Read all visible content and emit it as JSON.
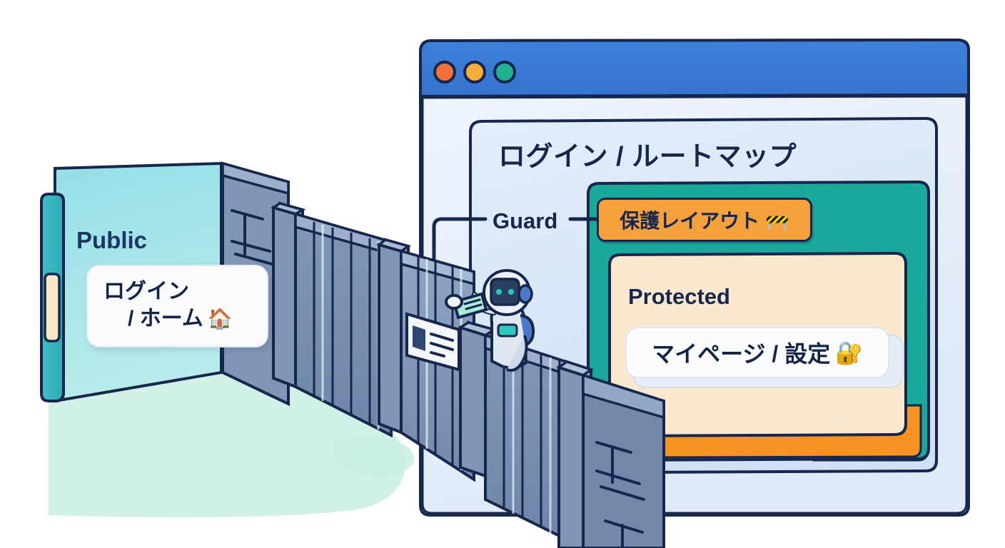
{
  "scene": {
    "type": "isometric-illustration",
    "subject": "auth-route-guard-diagram",
    "background_color": "#ffffff"
  },
  "browser_window": {
    "titlebar": {
      "color": "#3b7dd8",
      "dots": [
        {
          "name": "close-dot",
          "color": "#f3703a"
        },
        {
          "name": "minimize-dot",
          "color": "#f5ad3c"
        },
        {
          "name": "maximize-dot",
          "color": "#23b193"
        }
      ]
    },
    "body_color": "#e9f1fb",
    "page_title": "ログイン / ルートマップ"
  },
  "guard": {
    "label": "Guard",
    "connector": "elbow-line"
  },
  "protected_layout": {
    "panel_color": "#1aa89b",
    "banner": {
      "label": "保護レイアウト",
      "emoji": "🚧",
      "emoji_name": "construction-barrier-emoji",
      "background": "#f5a13d",
      "border": "#16264d"
    },
    "inner": {
      "heading": "Protected",
      "background": "#fbe8ce",
      "card": {
        "label": "マイページ / 設定",
        "emoji": "🔐",
        "emoji_name": "locked-with-key-emoji",
        "background": "#fbfcfe"
      }
    },
    "accent_block_color": "#f59324"
  },
  "public_zone": {
    "heading": "Public",
    "door_color": "#8fdce6",
    "door_edge_color": "#3cb8c4",
    "handle_color": "#fae7c3",
    "card": {
      "line1": "ログイン",
      "line2": "/ ホーム",
      "emoji": "🏠",
      "emoji_name": "house-emoji",
      "background": "#fafbfd"
    },
    "floor_blob_color": "#c9ede2"
  },
  "gate": {
    "name": "isometric-security-gate",
    "panel_color": "#7e94b5",
    "panel_light": "#9fb3cd",
    "post_color": "#8da3c0",
    "outline": "#16264d",
    "sign": {
      "name": "id-badge-sign",
      "depicts": "person-with-id-lines"
    },
    "keypad": {
      "name": "keypad-panel",
      "color": "#49c0bd"
    }
  },
  "robot": {
    "name": "guard-robot",
    "body_color": "#d9e3ee",
    "visor_color": "#2b3f63",
    "eye_color": "#2ec7c0",
    "accent_color": "#4b79c8",
    "scanner_color": "#a8ecd8"
  }
}
